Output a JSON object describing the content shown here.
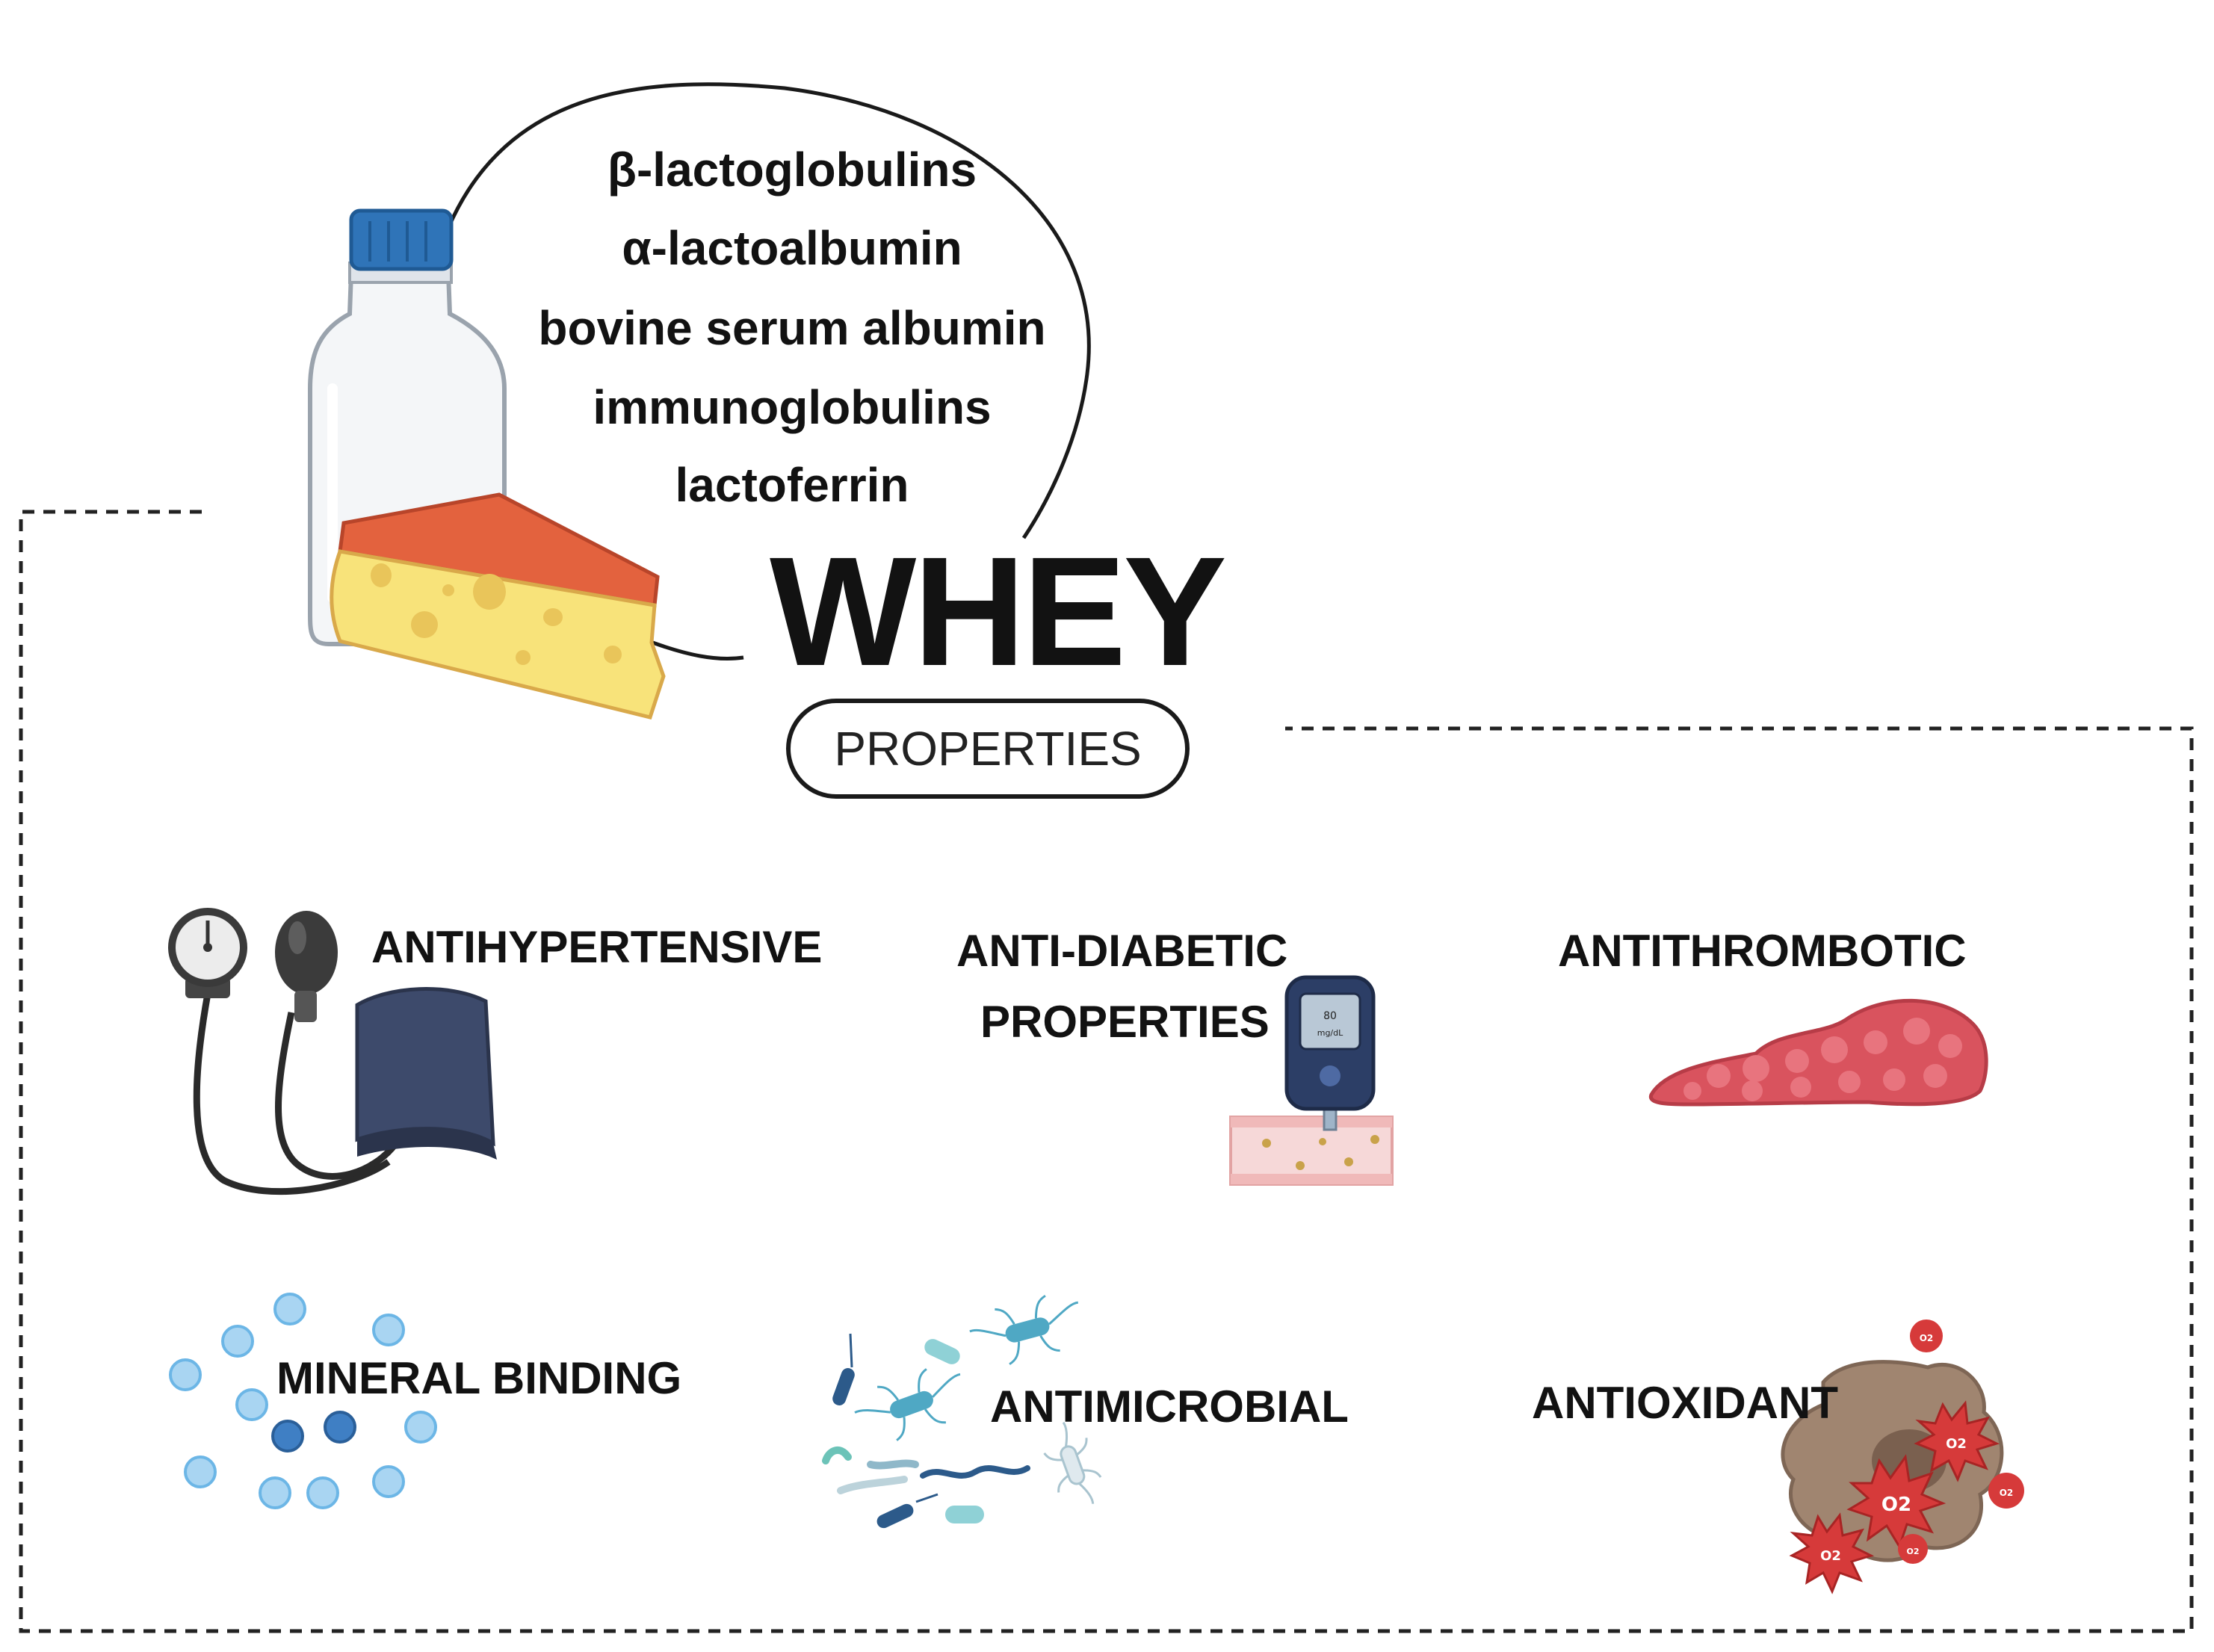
{
  "proteins_heading": "",
  "proteins": [
    "β-lactoglobulins",
    "α-lactoalbumin",
    "bovine serum albumin",
    "immunoglobulins",
    "lactoferrin"
  ],
  "title": "WHEY",
  "subtitle": "PROPERTIES",
  "properties": {
    "antihypertensive": "ANTIHYPERTENSIVE",
    "antidiabetic_line1": "ANTI-DIABETIC",
    "antidiabetic_line2": "PROPERTIES",
    "antithrombotic": "ANTITHROMBOTIC",
    "mineral_binding": "MINERAL BINDING",
    "antimicrobial": "ANTIMICROBIAL",
    "antioxidant": "ANTIOXIDANT"
  },
  "glucose_meter": {
    "reading": "80",
    "unit": "mg/dL"
  },
  "radical_label": "O2",
  "icons": {
    "bottle": "bottle-icon",
    "cheese": "cheese-wedge-icon",
    "bp_cuff": "blood-pressure-monitor-icon",
    "glucose": "glucose-meter-icon",
    "clot": "blood-clot-icon",
    "minerals": "mineral-particles-icon",
    "bacteria": "bacteria-icon",
    "radicals": "free-radical-cell-icon"
  },
  "colors": {
    "bottle_cap": "#2f74b8",
    "cheese_rind": "#e3623e",
    "cheese_body": "#f8e37a",
    "cuff": "#3d4a6b",
    "clot": "#d9535e",
    "mineral": "#6cb6e6",
    "bacteria": "#4fa8c4",
    "radical": "#d63a3a",
    "cell": "#a08570"
  }
}
